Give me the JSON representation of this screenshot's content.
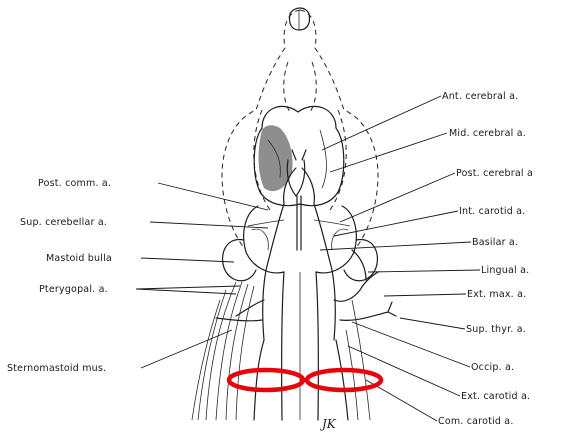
{
  "labels": {
    "ant_cerebral": "Ant. cerebral a.",
    "mid_cerebral": "Mid. cerebral a.",
    "post_comm": "Post. comm. a.",
    "post_cerebral": "Post. cerebral a",
    "sup_cerebellar": "Sup. cerebellar a.",
    "int_carotid": "Int. carotid a.",
    "mastoid_bulla": "Mastoid bulla",
    "basilar": "Basilar a.",
    "lingual": "Lingual a.",
    "pterygopal": "Pterygopal. a.",
    "ext_max": "Ext. max. a.",
    "sup_thyr": "Sup. thyr. a.",
    "sternomastoid": "Sternomastoid mus.",
    "occip": "Occip. a.",
    "ext_carotid": "Ext. carotid a.",
    "com_carotid": "Com. carotid a.",
    "signature": "JK"
  },
  "colors": {
    "highlight": "#e8000b",
    "ink": "#1a1a1a"
  }
}
